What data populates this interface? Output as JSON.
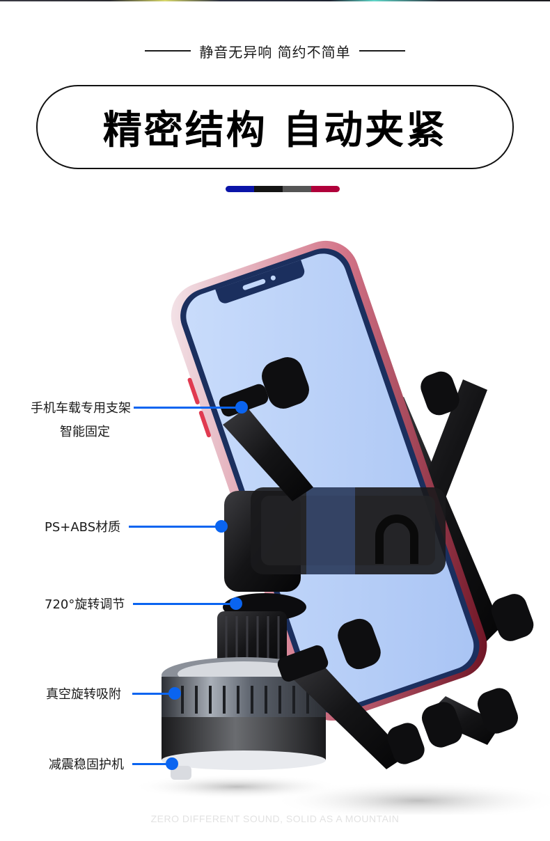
{
  "header": {
    "subtitle": "静音无异响 简约不简单",
    "title": "精密结构 自动夹紧",
    "color_bar": [
      "#0a14a8",
      "#141414",
      "#555555",
      "#b0003a"
    ]
  },
  "callouts": [
    {
      "label": "手机车载专用支架",
      "sublabel": "智能固定",
      "target": "gravity-arm"
    },
    {
      "label": "PS+ABS材质",
      "target": "clamp-body"
    },
    {
      "label": "720°旋转调节",
      "target": "ball-joint"
    },
    {
      "label": "真空旋转吸附",
      "target": "suction-ring"
    },
    {
      "label": "减震稳固护机",
      "target": "suction-base"
    }
  ],
  "footer": {
    "tagline": "ZERO DIFFERENT SOUND, SOLID AS A MOUNTAIN"
  },
  "colors": {
    "accent": "#0a64f0",
    "screen": "#c3d8fa",
    "frame": "#b23048",
    "plastic": "#141414"
  }
}
